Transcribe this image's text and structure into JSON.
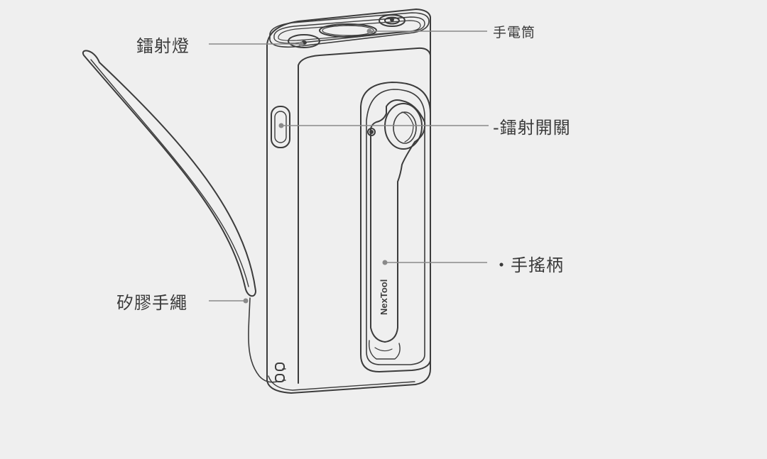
{
  "labels": {
    "laser_light": "鐳射燈",
    "flashlight": "手電筒",
    "laser_switch": "-鐳射開關",
    "hand_crank": "・手搖柄",
    "silicone_strap": "矽膠手繩"
  },
  "brand": "NexTool",
  "colors": {
    "background": "#efefef",
    "line": "#3c3c3c",
    "leader": "#8a8a8a",
    "text": "#3a3a3a"
  }
}
